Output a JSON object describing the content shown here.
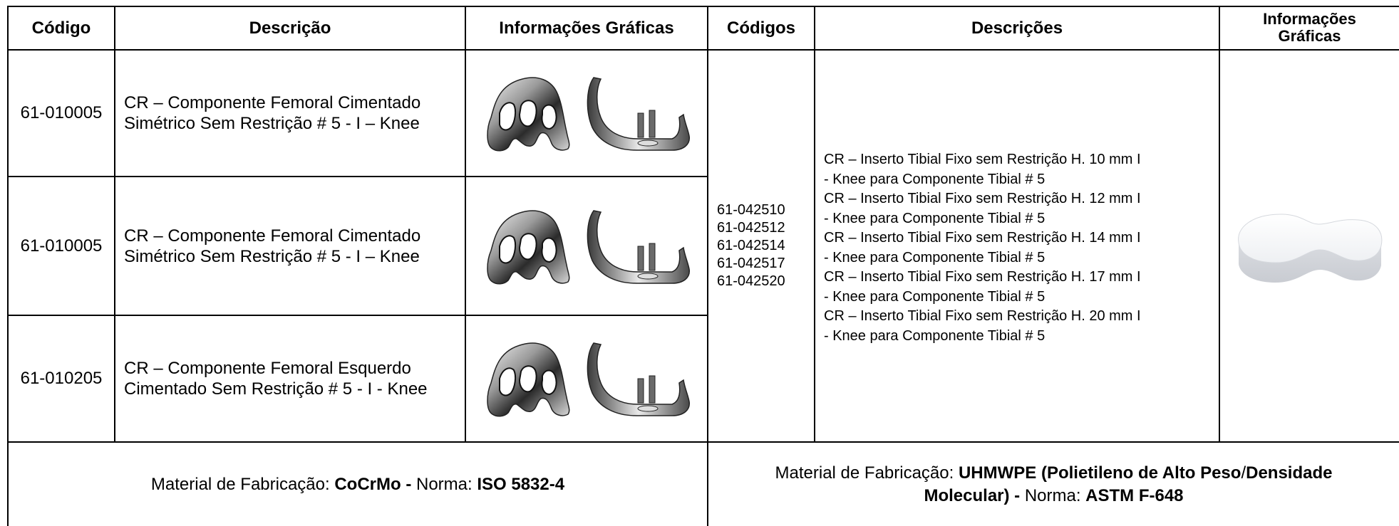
{
  "headers": {
    "left_code": "Código",
    "left_desc": "Descrição",
    "left_img": "Informações Gráficas",
    "right_codes": "Códigos",
    "right_descs": "Descrições",
    "right_img": "Informações Gráficas"
  },
  "rows": [
    {
      "code": "61-010005",
      "desc_line1": "CR – Componente Femoral Cimentado",
      "desc_line2": "Simétrico Sem Restrição # 5 - I – Knee",
      "image": "femoral-component"
    },
    {
      "code": "61-010005",
      "desc_line1": "CR – Componente Femoral Cimentado",
      "desc_line2": "Simétrico Sem Restrição # 5 - I – Knee",
      "image": "femoral-component"
    },
    {
      "code": "61-010205",
      "desc_line1": "CR – Componente Femoral Esquerdo",
      "desc_line2": "Cimentado Sem Restrição # 5 - I - Knee",
      "image": "femoral-component"
    }
  ],
  "insert_codes": [
    "61-042510",
    "61-042512",
    "61-042514",
    "61-042517",
    "61-042520"
  ],
  "insert_descs": [
    "CR – Inserto Tibial Fixo sem Restrição H. 10 mm I",
    "- Knee para Componente Tibial # 5",
    "CR – Inserto Tibial Fixo sem Restrição H. 12 mm I",
    "- Knee para Componente Tibial # 5",
    "CR – Inserto Tibial Fixo sem Restrição H. 14 mm I",
    "- Knee para Componente Tibial # 5",
    "CR – Inserto Tibial Fixo sem Restrição H. 17 mm I",
    "- Knee para Componente Tibial # 5",
    "CR – Inserto Tibial Fixo sem Restrição H. 20 mm I",
    "- Knee para Componente Tibial # 5"
  ],
  "insert_image": "tibial-insert",
  "material_left": {
    "prefix": "Material de Fabricação: ",
    "material": "CoCrMo -",
    "norm_label": " Norma: ",
    "norm": "ISO 5832-4"
  },
  "material_right": {
    "prefix": "Material de Fabricação: ",
    "material_line1": "UHMWPE (Polietileno de Alto Peso",
    "slash": "/",
    "material_line1b": "Densidade",
    "material_line2": "Molecular) -",
    "norm_label": " Norma: ",
    "norm": "ASTM F-648"
  }
}
